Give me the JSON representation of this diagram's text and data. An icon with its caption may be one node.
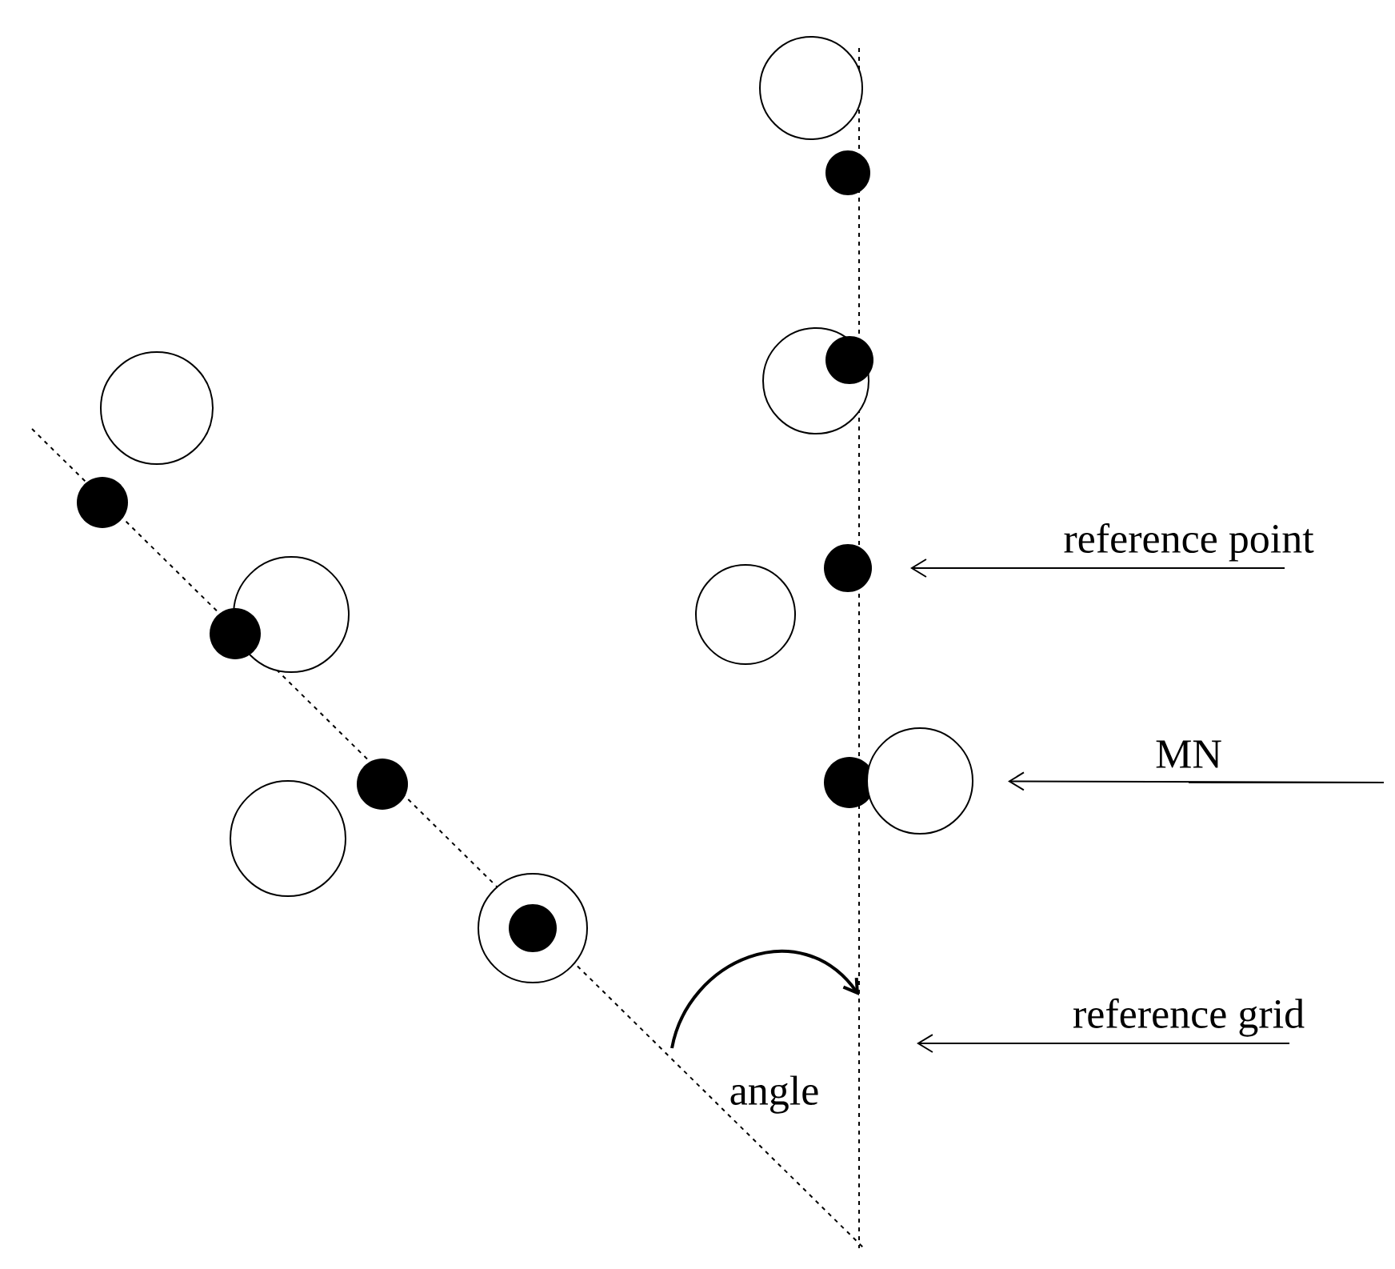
{
  "diagram": {
    "nodes": [
      {
        "text": [
          "reference point"
        ]
      },
      {
        "text": [],
        "shape": "circle"
      },
      {
        "text": [
          "MN"
        ]
      },
      {
        "text": [],
        "shape": "circle"
      },
      {
        "text": [
          "reference grid"
        ]
      }
    ],
    "edges": [
      {
        "from": 0,
        "to": 1,
        "arrow": "to"
      },
      {
        "from": 2,
        "to": 3,
        "arrow": "to"
      },
      {
        "from": 4,
        "to": null,
        "arrow": "to"
      }
    ],
    "labels": [
      "angle"
    ]
  }
}
